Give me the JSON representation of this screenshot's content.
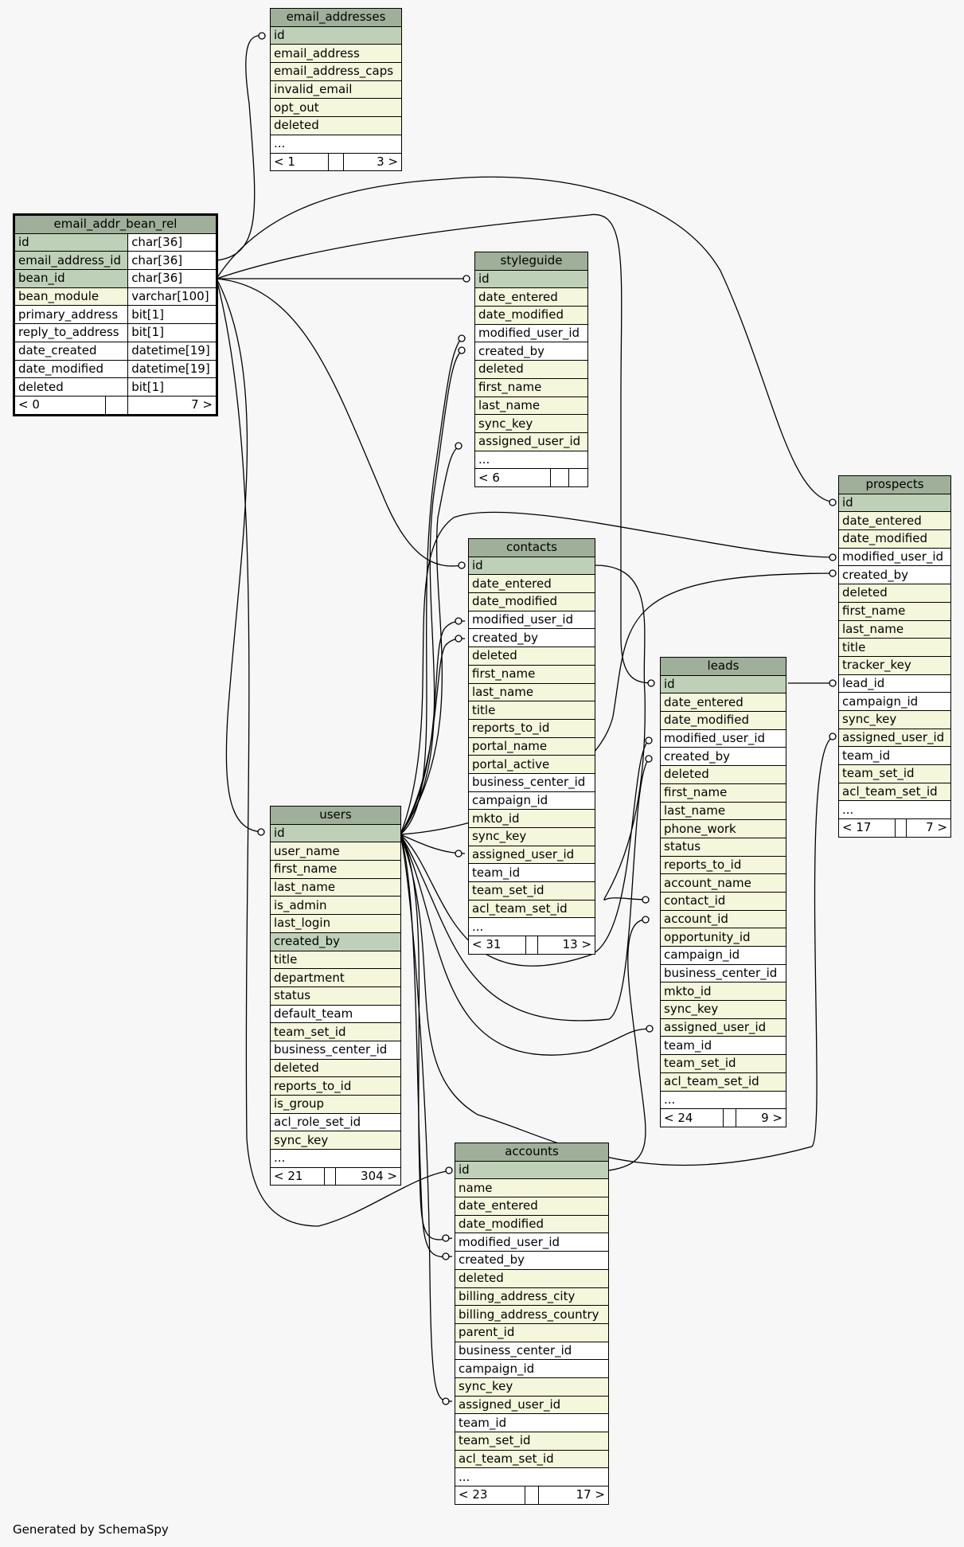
{
  "tables": {
    "email_addresses": {
      "name": "email_addresses",
      "columns": [
        {
          "name": "id",
          "kind": "pk"
        },
        {
          "name": "email_address",
          "kind": "ix"
        },
        {
          "name": "email_address_caps",
          "kind": "ix"
        },
        {
          "name": "invalid_email",
          "kind": "ix"
        },
        {
          "name": "opt_out",
          "kind": "ix"
        },
        {
          "name": "deleted",
          "kind": "ix"
        },
        {
          "name": "...",
          "kind": "pl"
        }
      ],
      "footer": [
        "< 1",
        "",
        "3 >"
      ]
    },
    "email_addr_bean_rel": {
      "name": "email_addr_bean_rel",
      "columns": [
        {
          "name": "id",
          "type": "char[36]",
          "kind": "pk"
        },
        {
          "name": "email_address_id",
          "type": "char[36]",
          "kind": "pk"
        },
        {
          "name": "bean_id",
          "type": "char[36]",
          "kind": "pk"
        },
        {
          "name": "bean_module",
          "type": "varchar[100]",
          "kind": "ix"
        },
        {
          "name": "primary_address",
          "type": "bit[1]",
          "kind": "pl"
        },
        {
          "name": "reply_to_address",
          "type": "bit[1]",
          "kind": "pl"
        },
        {
          "name": "date_created",
          "type": "datetime[19]",
          "kind": "pl"
        },
        {
          "name": "date_modified",
          "type": "datetime[19]",
          "kind": "pl"
        },
        {
          "name": "deleted",
          "type": "bit[1]",
          "kind": "pl"
        }
      ],
      "footer": [
        "< 0",
        "",
        "7 >"
      ]
    },
    "styleguide": {
      "name": "styleguide",
      "columns": [
        {
          "name": "id",
          "kind": "pk"
        },
        {
          "name": "date_entered",
          "kind": "ix"
        },
        {
          "name": "date_modified",
          "kind": "ix"
        },
        {
          "name": "modified_user_id",
          "kind": "pl"
        },
        {
          "name": "created_by",
          "kind": "pl"
        },
        {
          "name": "deleted",
          "kind": "ix"
        },
        {
          "name": "first_name",
          "kind": "ix"
        },
        {
          "name": "last_name",
          "kind": "ix"
        },
        {
          "name": "sync_key",
          "kind": "ix"
        },
        {
          "name": "assigned_user_id",
          "kind": "ix"
        },
        {
          "name": "...",
          "kind": "pl"
        }
      ],
      "footer": [
        "< 6",
        "",
        ""
      ]
    },
    "contacts": {
      "name": "contacts",
      "columns": [
        {
          "name": "id",
          "kind": "pk"
        },
        {
          "name": "date_entered",
          "kind": "ix"
        },
        {
          "name": "date_modified",
          "kind": "ix"
        },
        {
          "name": "modified_user_id",
          "kind": "pl"
        },
        {
          "name": "created_by",
          "kind": "pl"
        },
        {
          "name": "deleted",
          "kind": "ix"
        },
        {
          "name": "first_name",
          "kind": "ix"
        },
        {
          "name": "last_name",
          "kind": "ix"
        },
        {
          "name": "title",
          "kind": "ix"
        },
        {
          "name": "reports_to_id",
          "kind": "ix"
        },
        {
          "name": "portal_name",
          "kind": "ix"
        },
        {
          "name": "portal_active",
          "kind": "ix"
        },
        {
          "name": "business_center_id",
          "kind": "pl"
        },
        {
          "name": "campaign_id",
          "kind": "pl"
        },
        {
          "name": "mkto_id",
          "kind": "ix"
        },
        {
          "name": "sync_key",
          "kind": "ix"
        },
        {
          "name": "assigned_user_id",
          "kind": "ix"
        },
        {
          "name": "team_id",
          "kind": "pl"
        },
        {
          "name": "team_set_id",
          "kind": "ix"
        },
        {
          "name": "acl_team_set_id",
          "kind": "ix"
        },
        {
          "name": "...",
          "kind": "pl"
        }
      ],
      "footer": [
        "< 31",
        "",
        "13 >"
      ]
    },
    "prospects": {
      "name": "prospects",
      "columns": [
        {
          "name": "id",
          "kind": "pk"
        },
        {
          "name": "date_entered",
          "kind": "ix"
        },
        {
          "name": "date_modified",
          "kind": "ix"
        },
        {
          "name": "modified_user_id",
          "kind": "pl"
        },
        {
          "name": "created_by",
          "kind": "pl"
        },
        {
          "name": "deleted",
          "kind": "ix"
        },
        {
          "name": "first_name",
          "kind": "ix"
        },
        {
          "name": "last_name",
          "kind": "ix"
        },
        {
          "name": "title",
          "kind": "ix"
        },
        {
          "name": "tracker_key",
          "kind": "ix"
        },
        {
          "name": "lead_id",
          "kind": "pl"
        },
        {
          "name": "campaign_id",
          "kind": "pl"
        },
        {
          "name": "sync_key",
          "kind": "ix"
        },
        {
          "name": "assigned_user_id",
          "kind": "ix"
        },
        {
          "name": "team_id",
          "kind": "pl"
        },
        {
          "name": "team_set_id",
          "kind": "ix"
        },
        {
          "name": "acl_team_set_id",
          "kind": "ix"
        },
        {
          "name": "...",
          "kind": "pl"
        }
      ],
      "footer": [
        "< 17",
        "",
        "7 >"
      ]
    },
    "leads": {
      "name": "leads",
      "columns": [
        {
          "name": "id",
          "kind": "pk"
        },
        {
          "name": "date_entered",
          "kind": "ix"
        },
        {
          "name": "date_modified",
          "kind": "ix"
        },
        {
          "name": "modified_user_id",
          "kind": "pl"
        },
        {
          "name": "created_by",
          "kind": "pl"
        },
        {
          "name": "deleted",
          "kind": "ix"
        },
        {
          "name": "first_name",
          "kind": "ix"
        },
        {
          "name": "last_name",
          "kind": "ix"
        },
        {
          "name": "phone_work",
          "kind": "ix"
        },
        {
          "name": "status",
          "kind": "ix"
        },
        {
          "name": "reports_to_id",
          "kind": "ix"
        },
        {
          "name": "account_name",
          "kind": "ix"
        },
        {
          "name": "contact_id",
          "kind": "ix"
        },
        {
          "name": "account_id",
          "kind": "ix"
        },
        {
          "name": "opportunity_id",
          "kind": "ix"
        },
        {
          "name": "campaign_id",
          "kind": "pl"
        },
        {
          "name": "business_center_id",
          "kind": "pl"
        },
        {
          "name": "mkto_id",
          "kind": "ix"
        },
        {
          "name": "sync_key",
          "kind": "ix"
        },
        {
          "name": "assigned_user_id",
          "kind": "ix"
        },
        {
          "name": "team_id",
          "kind": "pl"
        },
        {
          "name": "team_set_id",
          "kind": "ix"
        },
        {
          "name": "acl_team_set_id",
          "kind": "ix"
        },
        {
          "name": "...",
          "kind": "pl"
        }
      ],
      "footer": [
        "< 24",
        "",
        "9 >"
      ]
    },
    "users": {
      "name": "users",
      "columns": [
        {
          "name": "id",
          "kind": "pk"
        },
        {
          "name": "user_name",
          "kind": "ix"
        },
        {
          "name": "first_name",
          "kind": "ix"
        },
        {
          "name": "last_name",
          "kind": "ix"
        },
        {
          "name": "is_admin",
          "kind": "ix"
        },
        {
          "name": "last_login",
          "kind": "ix"
        },
        {
          "name": "created_by",
          "kind": "pk"
        },
        {
          "name": "title",
          "kind": "ix"
        },
        {
          "name": "department",
          "kind": "ix"
        },
        {
          "name": "status",
          "kind": "ix"
        },
        {
          "name": "default_team",
          "kind": "pl"
        },
        {
          "name": "team_set_id",
          "kind": "ix"
        },
        {
          "name": "business_center_id",
          "kind": "pl"
        },
        {
          "name": "deleted",
          "kind": "ix"
        },
        {
          "name": "reports_to_id",
          "kind": "ix"
        },
        {
          "name": "is_group",
          "kind": "ix"
        },
        {
          "name": "acl_role_set_id",
          "kind": "pl"
        },
        {
          "name": "sync_key",
          "kind": "ix"
        },
        {
          "name": "...",
          "kind": "pl"
        }
      ],
      "footer": [
        "< 21",
        "",
        "304 >"
      ]
    },
    "accounts": {
      "name": "accounts",
      "columns": [
        {
          "name": "id",
          "kind": "pk"
        },
        {
          "name": "name",
          "kind": "ix"
        },
        {
          "name": "date_entered",
          "kind": "ix"
        },
        {
          "name": "date_modified",
          "kind": "ix"
        },
        {
          "name": "modified_user_id",
          "kind": "pl"
        },
        {
          "name": "created_by",
          "kind": "pl"
        },
        {
          "name": "deleted",
          "kind": "ix"
        },
        {
          "name": "billing_address_city",
          "kind": "ix"
        },
        {
          "name": "billing_address_country",
          "kind": "ix"
        },
        {
          "name": "parent_id",
          "kind": "ix"
        },
        {
          "name": "business_center_id",
          "kind": "pl"
        },
        {
          "name": "campaign_id",
          "kind": "pl"
        },
        {
          "name": "sync_key",
          "kind": "ix"
        },
        {
          "name": "assigned_user_id",
          "kind": "ix"
        },
        {
          "name": "team_id",
          "kind": "pl"
        },
        {
          "name": "team_set_id",
          "kind": "ix"
        },
        {
          "name": "acl_team_set_id",
          "kind": "ix"
        },
        {
          "name": "...",
          "kind": "pl"
        }
      ],
      "footer": [
        "< 23",
        "",
        "17 >"
      ]
    }
  },
  "footer_text": "Generated by SchemaSpy"
}
